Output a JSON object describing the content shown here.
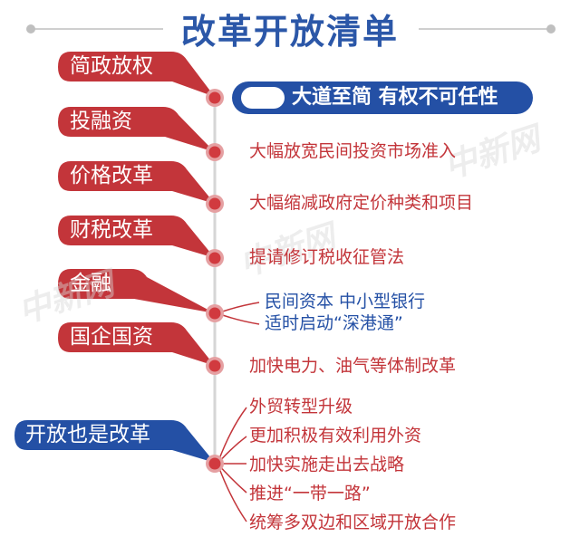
{
  "title": "改革开放清单",
  "banner": {
    "text": "大道至简 有权不可任性"
  },
  "categories": [
    {
      "label": "简政放权",
      "color": "red"
    },
    {
      "label": "投融资",
      "color": "red"
    },
    {
      "label": "价格改革",
      "color": "red"
    },
    {
      "label": "财税改革",
      "color": "red"
    },
    {
      "label": "金融",
      "color": "red"
    },
    {
      "label": "国企国资",
      "color": "red"
    },
    {
      "label": "开放也是改革",
      "color": "blue"
    }
  ],
  "items": {
    "touzirong": "大幅放宽民间投资市场准入",
    "jiage": "大幅缩减政府定价种类和项目",
    "caishui": "提请修订税收征管法",
    "jinrong": [
      "民间资本 中小型银行",
      "适时启动“深港通”"
    ],
    "guoqi": "加快电力、油气等体制改革",
    "kaifang": [
      "外贸转型升级",
      "更加积极有效利用外资",
      "加快实施走出去战略",
      "推进“一带一路”",
      "统筹多双边和区域开放合作"
    ]
  },
  "watermark": "中新网",
  "colors": {
    "red": "#c3353a",
    "blue": "#2450a5",
    "title_blue": "#2b57a8",
    "timeline": "#d6d6d6",
    "node": "#d13a3f"
  }
}
